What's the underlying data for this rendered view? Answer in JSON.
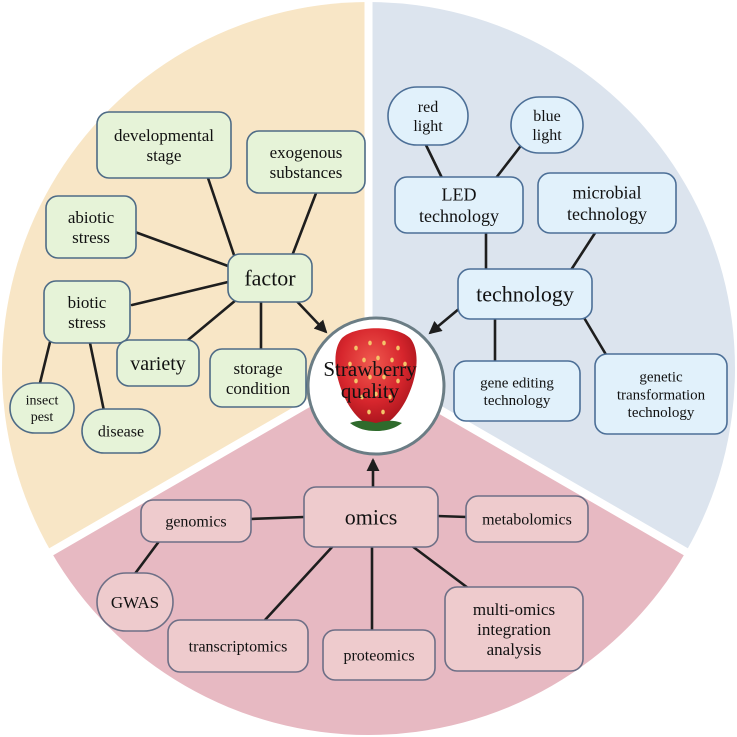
{
  "colors": {
    "factor_sector": "#f8e6c6",
    "technology_sector": "#dce4ee",
    "omics_sector": "#e7b9c2",
    "factor_node": "#e6f3d8",
    "factor_border": "#4e6b86",
    "technology_node": "#e1f1fb",
    "technology_border": "#4c6f97",
    "omics_node": "#eecbcd",
    "omics_border": "#6e6f86",
    "center_fill": "#ffffff",
    "center_border": "#6b7d85",
    "strawberry": "#d7262d",
    "divider": "#ffffff",
    "line": "#1e1e1e"
  },
  "center": {
    "lines": [
      "Strawberry",
      "quality"
    ]
  },
  "factor": {
    "hub": [
      "factor"
    ],
    "developmental_stage": [
      "developmental",
      "stage"
    ],
    "exogenous_substances": [
      "exogenous",
      "substances"
    ],
    "abiotic_stress": [
      "abiotic",
      "stress"
    ],
    "biotic_stress": [
      "biotic",
      "stress"
    ],
    "insect_pest": [
      "insect",
      "pest"
    ],
    "disease": [
      "disease"
    ],
    "variety": [
      "variety"
    ],
    "storage_condition": [
      "storage",
      "condition"
    ]
  },
  "technology": {
    "hub": [
      "technology"
    ],
    "red_light": [
      "red",
      "light"
    ],
    "blue_light": [
      "blue",
      "light"
    ],
    "led_technology": [
      "LED",
      "technology"
    ],
    "microbial_technology": [
      "microbial",
      "technology"
    ],
    "gene_editing_technology": [
      "gene editing",
      "technology"
    ],
    "genetic_transformation_technology": [
      "genetic",
      "transformation",
      "technology"
    ]
  },
  "omics": {
    "hub": [
      "omics"
    ],
    "genomics": [
      "genomics"
    ],
    "gwas": [
      "GWAS"
    ],
    "metabolomics": [
      "metabolomics"
    ],
    "transcriptomics": [
      "transcriptomics"
    ],
    "proteomics": [
      "proteomics"
    ],
    "multi_omics": [
      "multi-omics",
      "integration",
      "analysis"
    ]
  }
}
